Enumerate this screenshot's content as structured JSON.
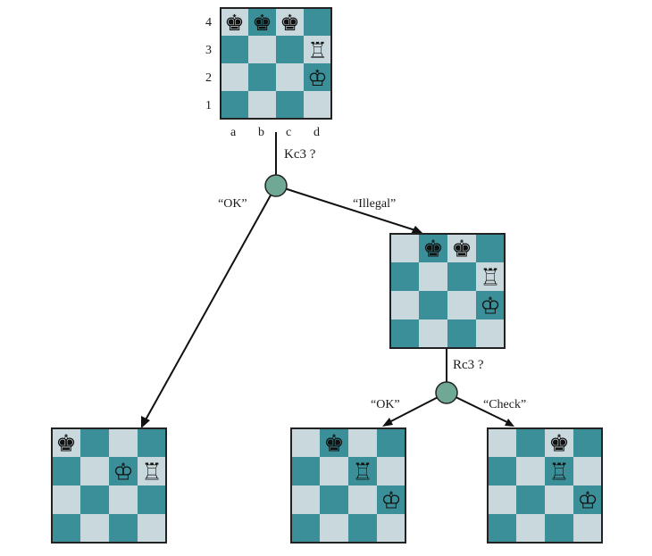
{
  "colors": {
    "light_square": "#c9d8dc",
    "dark_square": "#3b8f98",
    "border": "#222222",
    "edge": "#111111",
    "chance_node": "#6fa894",
    "piece_dark": "#111111",
    "piece_light": "#ffffff"
  },
  "pieces": {
    "black-king": {
      "glyph": "♚",
      "color": "piece_dark"
    },
    "white-king": {
      "glyph": "♔",
      "color": "piece_dark"
    },
    "white-rook": {
      "glyph": "♖",
      "color": "piece_dark"
    }
  },
  "root_board": {
    "files": [
      "a",
      "b",
      "c",
      "d"
    ],
    "ranks": [
      "4",
      "3",
      "2",
      "1"
    ],
    "pieces": [
      [
        "black-king",
        "black-king",
        "black-king",
        null
      ],
      [
        null,
        null,
        null,
        "white-rook"
      ],
      [
        null,
        null,
        null,
        "white-king"
      ],
      [
        null,
        null,
        null,
        null
      ]
    ]
  },
  "moves": {
    "root_move": "Kc3 ?",
    "second_move": "Rc3 ?"
  },
  "edge_labels": {
    "ok_1": "“OK”",
    "illegal": "“Illegal”",
    "ok_2": "“OK”",
    "check": "“Check”"
  },
  "boards": {
    "illegal_board": [
      [
        null,
        "black-king",
        "black-king",
        null
      ],
      [
        null,
        null,
        null,
        "white-rook"
      ],
      [
        null,
        null,
        null,
        "white-king"
      ],
      [
        null,
        null,
        null,
        null
      ]
    ],
    "ok_board_1": [
      [
        "black-king",
        null,
        null,
        null
      ],
      [
        null,
        null,
        "white-king",
        "white-rook"
      ],
      [
        null,
        null,
        null,
        null
      ],
      [
        null,
        null,
        null,
        null
      ]
    ],
    "ok_board_2": [
      [
        null,
        "black-king",
        null,
        null
      ],
      [
        null,
        null,
        "white-rook",
        null
      ],
      [
        null,
        null,
        null,
        "white-king"
      ],
      [
        null,
        null,
        null,
        null
      ]
    ],
    "check_board": [
      [
        null,
        null,
        "black-king",
        null
      ],
      [
        null,
        null,
        "white-rook",
        null
      ],
      [
        null,
        null,
        null,
        "white-king"
      ],
      [
        null,
        null,
        null,
        null
      ]
    ]
  }
}
